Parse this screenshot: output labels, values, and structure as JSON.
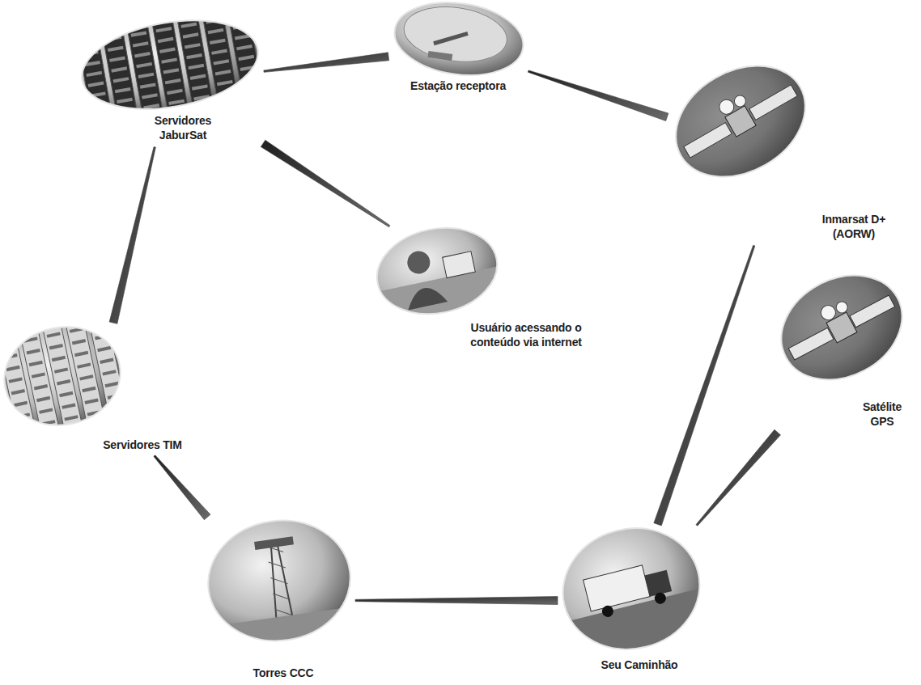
{
  "diagram": {
    "nodes": [
      {
        "text": [
          "Estação receptora"
        ]
      },
      {
        "text": [
          "Servidores JaburSat"
        ]
      },
      {
        "text": [
          "Inmarsat D+ (AORW)"
        ]
      },
      {
        "text": [
          "Usuário acessando o conteúdo via internet"
        ]
      },
      {
        "text": [
          "Satélite GPS"
        ]
      },
      {
        "text": [
          "Servidores TIM"
        ]
      },
      {
        "text": [
          "Torres CCC"
        ]
      },
      {
        "text": [
          "Seu Caminhão"
        ]
      }
    ],
    "edges": [
      {
        "from": 7,
        "to": 2,
        "arrow": "none"
      },
      {
        "from": 2,
        "to": 0,
        "arrow": "none"
      },
      {
        "from": 0,
        "to": 1,
        "arrow": "none"
      },
      {
        "from": 1,
        "to": 3,
        "arrow": "none"
      },
      {
        "from": 4,
        "to": 7,
        "arrow": "none"
      },
      {
        "from": 7,
        "to": 6,
        "arrow": "none"
      },
      {
        "from": 6,
        "to": 5,
        "arrow": "none"
      },
      {
        "from": 5,
        "to": 1,
        "arrow": "none"
      }
    ]
  }
}
